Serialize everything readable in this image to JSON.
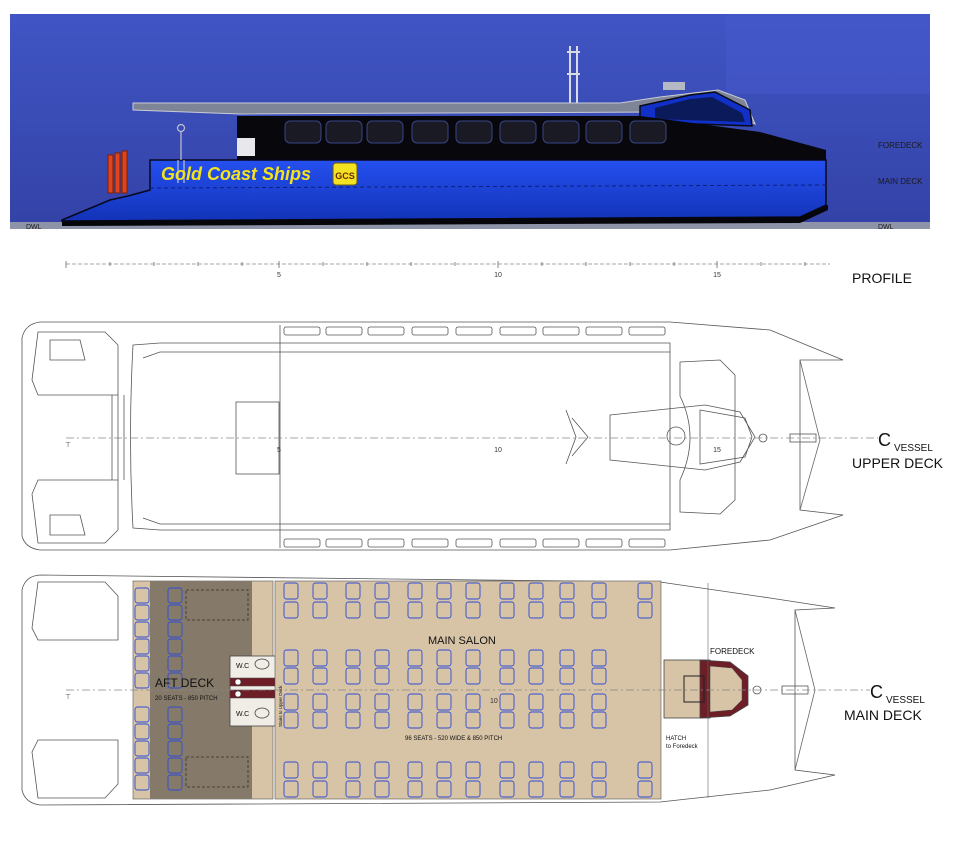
{
  "profile": {
    "brand": "Gold Coast Ships",
    "logo_text": "GCS",
    "labels": {
      "foredeck": "FOREDECK",
      "main_deck": "MAIN DECK",
      "dwl_left": "DWL",
      "dwl_right": "DWL"
    },
    "scale_ticks": [
      "5",
      "10",
      "15"
    ],
    "title": "PROFILE"
  },
  "upper_deck": {
    "ticks": [
      "5",
      "10",
      "15"
    ],
    "cl_mark": "C",
    "cl_label": "VESSEL",
    "title": "UPPER DECK"
  },
  "main_deck": {
    "aft_deck": "AFT DECK",
    "aft_seats": "20 SEATS - 850 PITCH",
    "wc_1": "W.C",
    "wc_2": "W.C",
    "stair_label": "Stairs to Upper Deck",
    "main_salon": "MAIN SALON",
    "salon_seats": "96 SEATS - 520 WIDE & 850 PITCH",
    "tick_10": "10",
    "foredeck": "FOREDECK",
    "hatch_1": "HATCH",
    "hatch_2": "to Foredeck",
    "cl_mark": "C",
    "cl_label": "VESSEL",
    "title": "MAIN DECK"
  },
  "colors": {
    "hull_blue": "#1740d8",
    "sky": "#3e4fb8",
    "aft_deck_floor": "#857a6a",
    "salon_floor": "#d7c3a5",
    "seat_outline": "#2e4cd6",
    "foredeck_maroon": "#6e1e26",
    "brand_text": "#f2e21f"
  }
}
